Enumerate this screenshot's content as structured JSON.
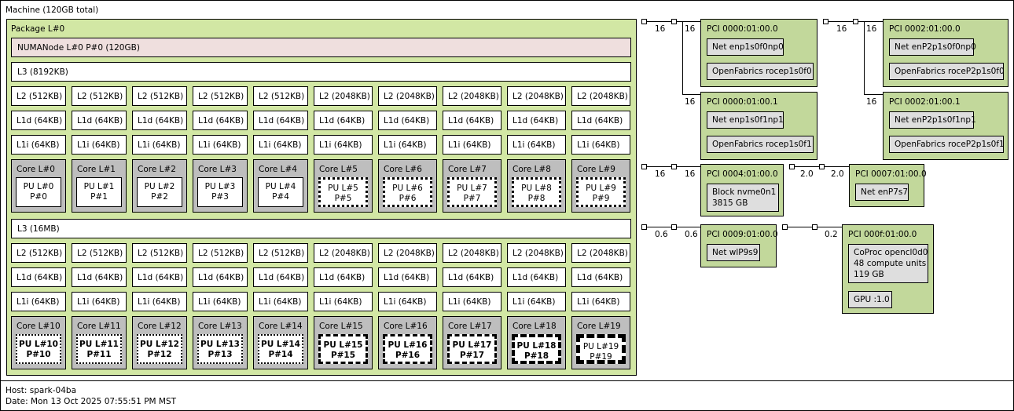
{
  "machine": {
    "title": "Machine (120GB total)"
  },
  "package": {
    "title": "Package L#0"
  },
  "numa": {
    "label": "NUMANode L#0 P#0 (120GB)"
  },
  "groups": [
    {
      "l3": "L3 (8192KB)",
      "l2": [
        "L2 (512KB)",
        "L2 (512KB)",
        "L2 (512KB)",
        "L2 (512KB)",
        "L2 (512KB)",
        "L2 (2048KB)",
        "L2 (2048KB)",
        "L2 (2048KB)",
        "L2 (2048KB)",
        "L2 (2048KB)"
      ],
      "l1d": [
        "L1d (64KB)",
        "L1d (64KB)",
        "L1d (64KB)",
        "L1d (64KB)",
        "L1d (64KB)",
        "L1d (64KB)",
        "L1d (64KB)",
        "L1d (64KB)",
        "L1d (64KB)",
        "L1d (64KB)"
      ],
      "l1i": [
        "L1i (64KB)",
        "L1i (64KB)",
        "L1i (64KB)",
        "L1i (64KB)",
        "L1i (64KB)",
        "L1i (64KB)",
        "L1i (64KB)",
        "L1i (64KB)",
        "L1i (64KB)",
        "L1i (64KB)"
      ],
      "cores": [
        {
          "core": "Core L#0",
          "pu": "PU L#0",
          "p": "P#0"
        },
        {
          "core": "Core L#1",
          "pu": "PU L#1",
          "p": "P#1"
        },
        {
          "core": "Core L#2",
          "pu": "PU L#2",
          "p": "P#2"
        },
        {
          "core": "Core L#3",
          "pu": "PU L#3",
          "p": "P#3"
        },
        {
          "core": "Core L#4",
          "pu": "PU L#4",
          "p": "P#4"
        },
        {
          "core": "Core L#5",
          "pu": "PU L#5",
          "p": "P#5"
        },
        {
          "core": "Core L#6",
          "pu": "PU L#6",
          "p": "P#6"
        },
        {
          "core": "Core L#7",
          "pu": "PU L#7",
          "p": "P#7"
        },
        {
          "core": "Core L#8",
          "pu": "PU L#8",
          "p": "P#8"
        },
        {
          "core": "Core L#9",
          "pu": "PU L#9",
          "p": "P#9"
        }
      ]
    },
    {
      "l3": "L3 (16MB)",
      "l2": [
        "L2 (512KB)",
        "L2 (512KB)",
        "L2 (512KB)",
        "L2 (512KB)",
        "L2 (512KB)",
        "L2 (2048KB)",
        "L2 (2048KB)",
        "L2 (2048KB)",
        "L2 (2048KB)",
        "L2 (2048KB)"
      ],
      "l1d": [
        "L1d (64KB)",
        "L1d (64KB)",
        "L1d (64KB)",
        "L1d (64KB)",
        "L1d (64KB)",
        "L1d (64KB)",
        "L1d (64KB)",
        "L1d (64KB)",
        "L1d (64KB)",
        "L1d (64KB)"
      ],
      "l1i": [
        "L1i (64KB)",
        "L1i (64KB)",
        "L1i (64KB)",
        "L1i (64KB)",
        "L1i (64KB)",
        "L1i (64KB)",
        "L1i (64KB)",
        "L1i (64KB)",
        "L1i (64KB)",
        "L1i (64KB)"
      ],
      "cores": [
        {
          "core": "Core L#10",
          "pu": "PU L#10",
          "p": "P#10"
        },
        {
          "core": "Core L#11",
          "pu": "PU L#11",
          "p": "P#11"
        },
        {
          "core": "Core L#12",
          "pu": "PU L#12",
          "p": "P#12"
        },
        {
          "core": "Core L#13",
          "pu": "PU L#13",
          "p": "P#13"
        },
        {
          "core": "Core L#14",
          "pu": "PU L#14",
          "p": "P#14"
        },
        {
          "core": "Core L#15",
          "pu": "PU L#15",
          "p": "P#15"
        },
        {
          "core": "Core L#16",
          "pu": "PU L#16",
          "p": "P#16"
        },
        {
          "core": "Core L#17",
          "pu": "PU L#17",
          "p": "P#17"
        },
        {
          "core": "Core L#18",
          "pu": "PU L#18",
          "p": "P#18"
        },
        {
          "core": "Core L#19",
          "pu": "PU L#19",
          "p": "P#19"
        }
      ]
    }
  ],
  "pci": {
    "a0": {
      "title": "PCI 0000:01:00.0",
      "dev1": "Net enp1s0f0np0",
      "dev2": "OpenFabrics rocep1s0f0"
    },
    "a1": {
      "title": "PCI 0000:01:00.1",
      "dev1": "Net enp1s0f1np1",
      "dev2": "OpenFabrics rocep1s0f1"
    },
    "b0": {
      "title": "PCI 0002:01:00.0",
      "dev1": "Net enP2p1s0f0np0",
      "dev2": "OpenFabrics roceP2p1s0f0"
    },
    "b1": {
      "title": "PCI 0002:01:00.1",
      "dev1": "Net enP2p1s0f1np1",
      "dev2": "OpenFabrics roceP2p1s0f1"
    },
    "c": {
      "title": "PCI 0004:01:00.0",
      "dev1_l1": "Block nvme0n1",
      "dev1_l2": "3815 GB"
    },
    "d": {
      "title": "PCI 0007:01:00.0",
      "dev1": "Net enP7s7"
    },
    "e": {
      "title": "PCI 0009:01:00.0",
      "dev1": "Net wlP9s9"
    },
    "f": {
      "title": "PCI 000f:01:00.0",
      "dev1_l1": "CoProc opencl0d0",
      "dev1_l2": "48 compute units",
      "dev1_l3": "119 GB",
      "dev2": "GPU :1.0"
    }
  },
  "bandwidth": {
    "a_in": "16",
    "a_out": "16",
    "a1_out": "16",
    "b_in": "16",
    "b_out": "16",
    "b1_out": "16",
    "c_in": "16",
    "c_out": "16",
    "d_in": "2.0",
    "d_out": "2.0",
    "e_in": "0.6",
    "e_out": "0.6",
    "f_out": "0.2"
  },
  "footer": {
    "host": "Host: spark-04ba",
    "date": "Date: Mon 13 Oct 2025 07:55:51 PM MST"
  },
  "colors": {
    "package": "#d2e7a4",
    "numa": "#efdfde",
    "core": "#bebebe",
    "pci": "#c2d89b",
    "osdev": "#dedede",
    "cache": "#ffffff"
  }
}
